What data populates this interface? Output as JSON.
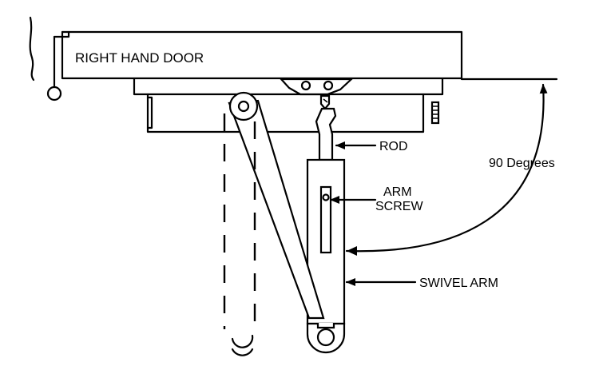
{
  "diagram": {
    "door_label": "RIGHT HAND DOOR",
    "angle_label": "90 Degrees",
    "callouts": {
      "rod": "ROD",
      "arm_screw_line1": "ARM",
      "arm_screw_line2": "SCREW",
      "swivel_arm": "SWIVEL ARM"
    }
  }
}
